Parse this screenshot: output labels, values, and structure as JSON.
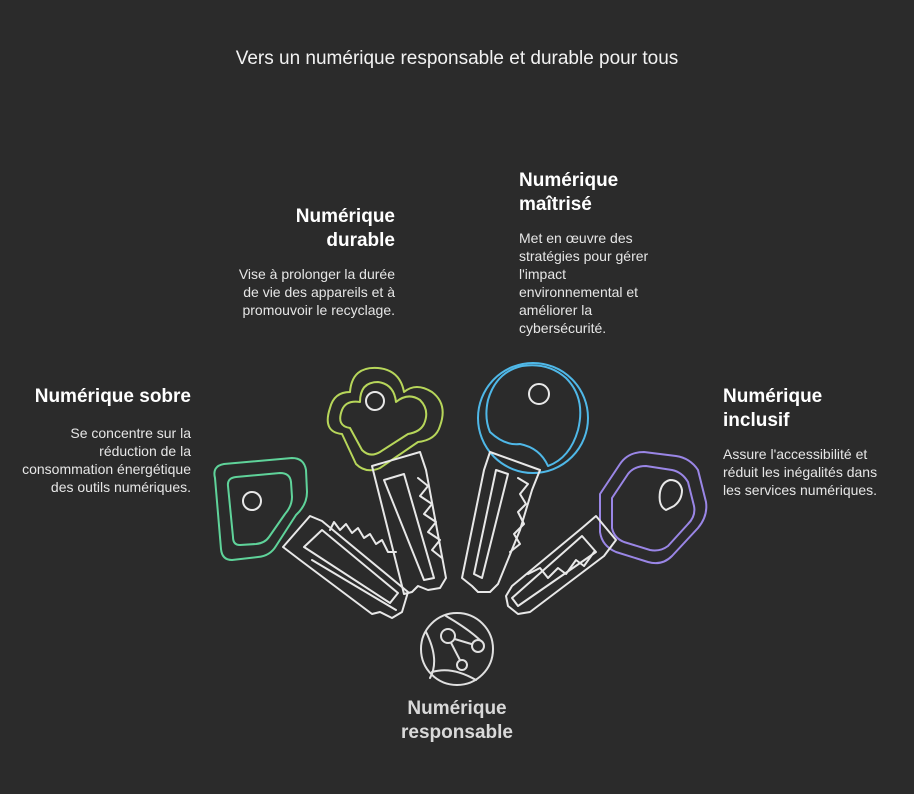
{
  "title": "Vers un numérique responsable et durable pour tous",
  "center": {
    "label": "Numérique responsable"
  },
  "keys": [
    {
      "heading": "Numérique sobre",
      "description": "Se concentre sur la réduction de la consommation énergétique des outils numériques.",
      "color": "#5fd39a",
      "icon": "square-key-icon"
    },
    {
      "heading": "Numérique durable",
      "description": "Vise à prolonger la durée de vie des appareils et à promouvoir le recyclage.",
      "color": "#b7d65a",
      "icon": "cloud-key-icon"
    },
    {
      "heading": "Numérique maîtrisé",
      "description": "Met en œuvre des stratégies pour gérer l'impact environnemental et améliorer la cybersécurité.",
      "color": "#4fb8e8",
      "icon": "round-key-icon"
    },
    {
      "heading": "Numérique inclusif",
      "description": "Assure l'accessibilité et réduit les inégalités dans les services numériques.",
      "color": "#9a86e6",
      "icon": "hexagon-key-icon"
    }
  ],
  "colors": {
    "background": "#2b2b2b",
    "line": "#e8e8e8"
  }
}
